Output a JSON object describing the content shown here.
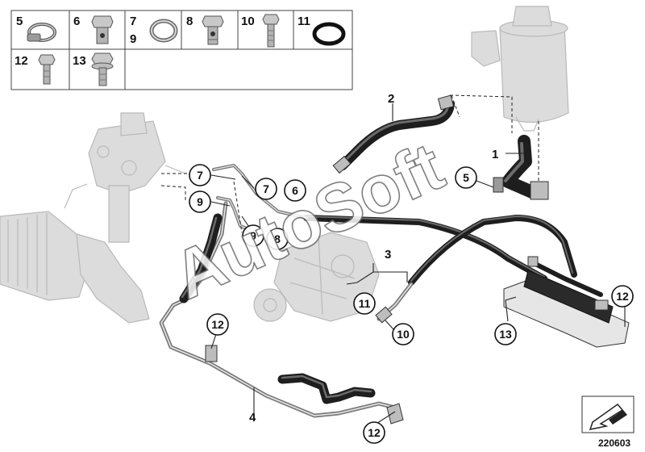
{
  "legend": {
    "cells": [
      {
        "labels": [
          "5"
        ],
        "part": "hose-clamp"
      },
      {
        "labels": [
          "6"
        ],
        "part": "banjo-bolt"
      },
      {
        "labels": [
          "7",
          "9"
        ],
        "part": "sealing-ring"
      },
      {
        "labels": [
          "8"
        ],
        "part": "banjo-bolt-small"
      },
      {
        "labels": [
          "10"
        ],
        "part": "hex-bolt-long"
      },
      {
        "labels": [
          "11"
        ],
        "part": "o-ring"
      },
      {
        "labels": [
          "12"
        ],
        "part": "hex-bolt-short"
      },
      {
        "labels": [
          "13"
        ],
        "part": "hex-bolt-flange"
      }
    ]
  },
  "callouts": {
    "plain": [
      "1",
      "2",
      "3",
      "4"
    ],
    "circled": [
      "5",
      "6",
      "7",
      "7",
      "8",
      "9",
      "9",
      "10",
      "11",
      "12",
      "12",
      "12",
      "13"
    ]
  },
  "watermark": "AutoSoft",
  "diagram_id": "220603",
  "colors": {
    "hose": "#1e1e1e",
    "pipe": "#7a7a7a",
    "ghost": "#dcdcdc",
    "ink": "#111111"
  }
}
